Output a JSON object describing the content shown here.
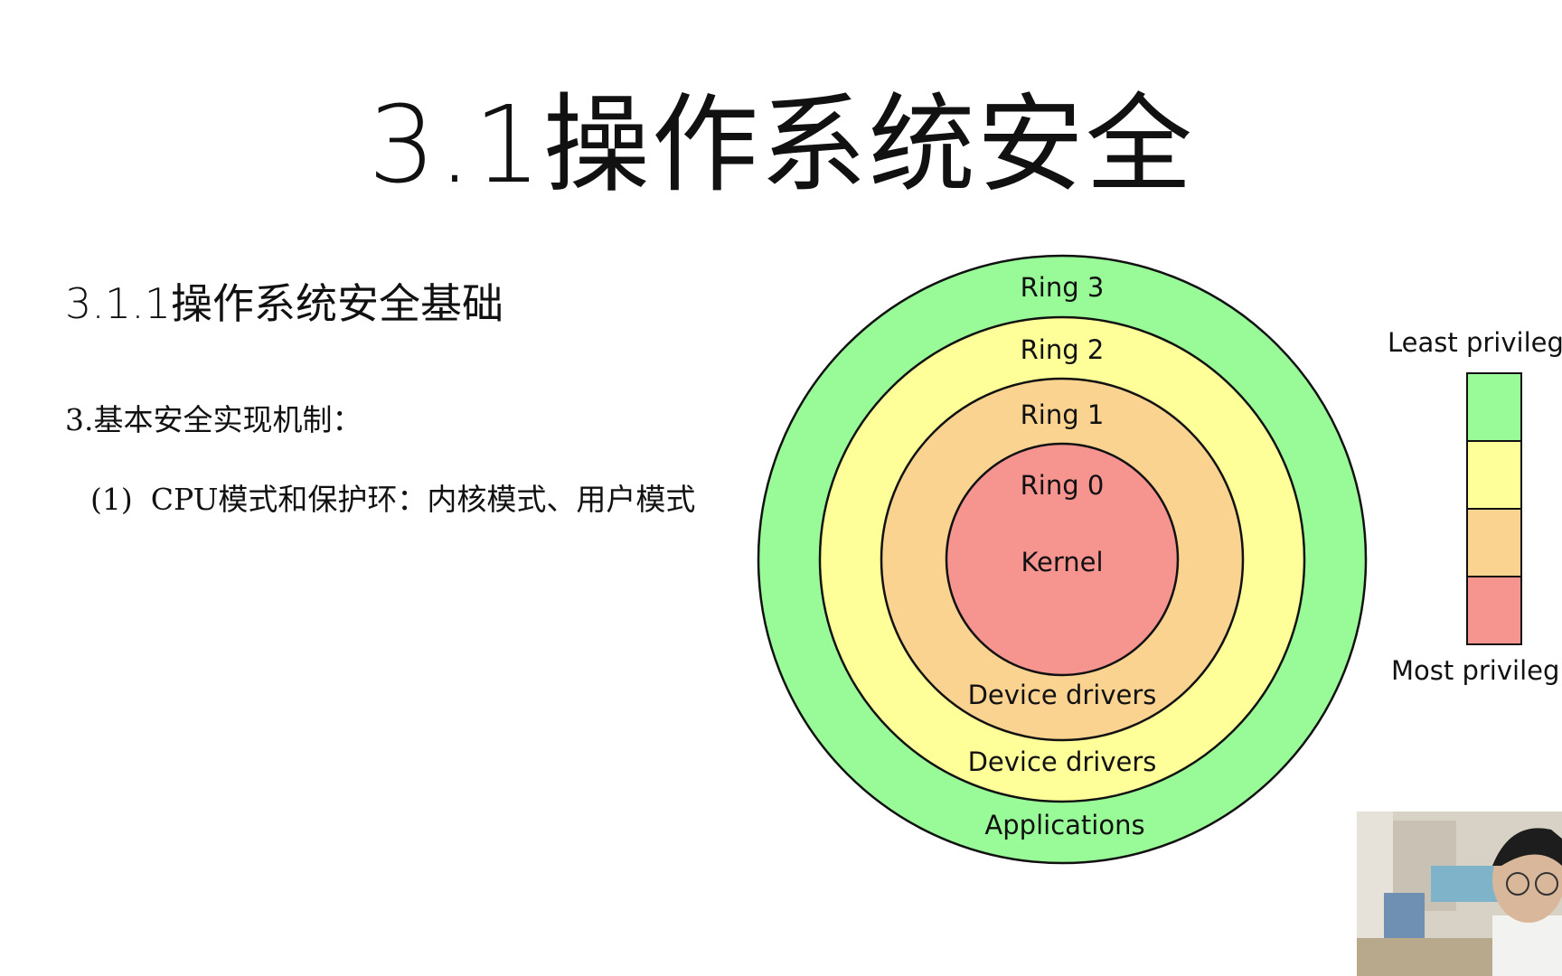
{
  "slide": {
    "title": "3.1操作系统安全",
    "section_heading": "3.1.1操作系统安全基础",
    "body_line": "3.基本安全实现机制：",
    "bullet": {
      "number": "(1)",
      "text": "CPU模式和保护环：内核模式、用户模式"
    }
  },
  "diagram": {
    "rings": [
      {
        "name": "Ring 3",
        "role": "Applications",
        "color": "#98fb98"
      },
      {
        "name": "Ring 2",
        "role": "Device drivers",
        "color": "#ffff99"
      },
      {
        "name": "Ring 1",
        "role": "Device drivers",
        "color": "#fad390"
      },
      {
        "name": "Ring 0",
        "role": "Kernel",
        "color": "#f69490"
      }
    ],
    "legend": {
      "top_label": "Least privileg",
      "bottom_label": "Most privileg"
    }
  }
}
